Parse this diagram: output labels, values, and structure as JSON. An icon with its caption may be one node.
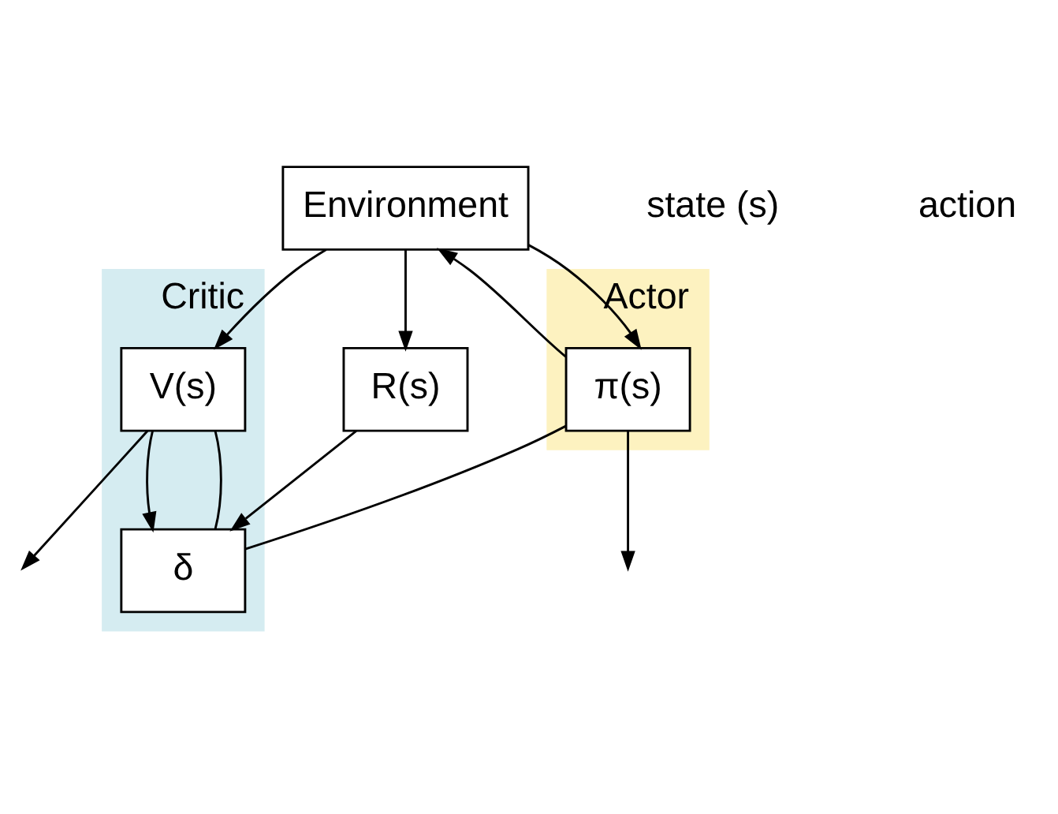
{
  "diagram": {
    "nodes": [
      {
        "text": [
          "Actor"
        ]
      },
      {
        "text": [
          "π(s)"
        ],
        "in": 0
      },
      {
        "text": [
          "Critic"
        ]
      },
      {
        "text": [
          "V(s)"
        ],
        "in": 2
      },
      {
        "text": [
          "δ"
        ],
        "in": 2
      },
      {
        "text": [
          "R(s)"
        ]
      },
      {
        "text": [
          "Environment"
        ]
      }
    ],
    "edges": [
      {
        "from": 6,
        "to": 1,
        "arrow": "to"
      },
      {
        "from": 6,
        "to": 5,
        "arrow": "to"
      },
      {
        "from": 6,
        "to": 3,
        "arrow": "to"
      },
      {
        "from": 1,
        "to": 6,
        "arrow": "to"
      },
      {
        "from": 5,
        "to": 4,
        "arrow": "to"
      },
      {
        "from": 3,
        "to": 4,
        "arrow": "to"
      },
      {
        "from": 4,
        "to": 1,
        "arrow": "none"
      },
      {
        "from": 4,
        "to": 3,
        "arrow": "none"
      },
      {
        "from": 1,
        "to": null,
        "arrow": "to"
      },
      {
        "from": 3,
        "to": null,
        "arrow": "to"
      }
    ],
    "labels": [
      "state (s)",
      "action"
    ]
  }
}
